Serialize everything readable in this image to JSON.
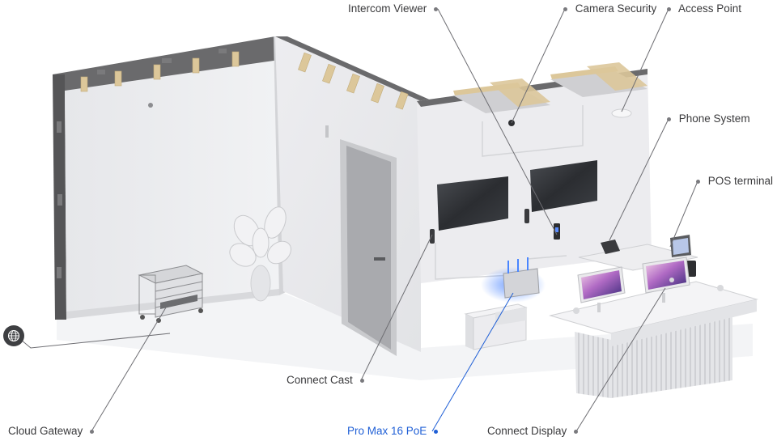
{
  "labels": {
    "intercom_viewer": "Intercom Viewer",
    "camera_security": "Camera Security",
    "access_point": "Access Point",
    "phone_system": "Phone System",
    "pos_terminal": "POS terminal",
    "connect_cast": "Connect Cast",
    "cloud_gateway": "Cloud Gateway",
    "pro_max_poe": "Pro Max 16 PoE",
    "connect_display": "Connect Display"
  },
  "colors": {
    "label_text": "#3a3a3c",
    "highlight": "#1f5fd6",
    "leader_line": "#6e6e73",
    "wall": "#e9eaec",
    "concrete": "#5c5c5e",
    "timber": "#dcc79a"
  },
  "icons": {
    "internet": "globe-icon"
  }
}
